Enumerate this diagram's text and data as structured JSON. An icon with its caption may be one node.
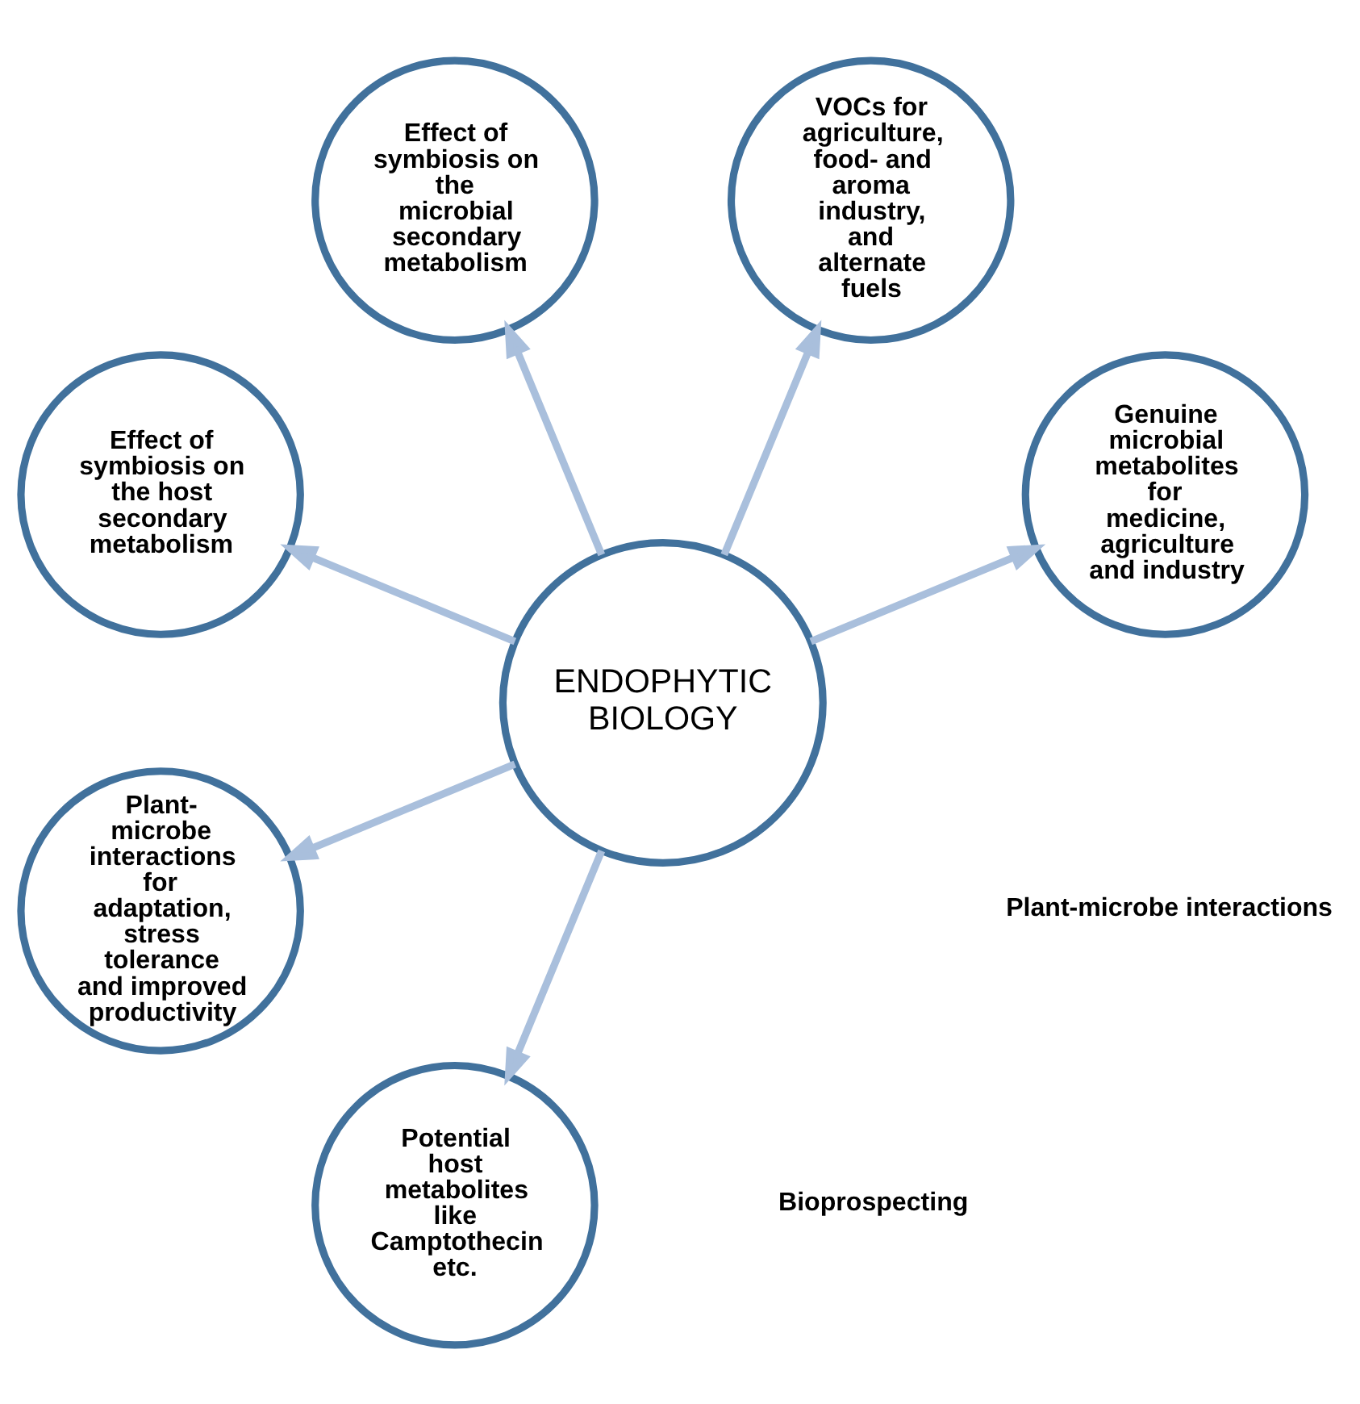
{
  "diagram": {
    "nodes": [
      {
        "text": [
          "ENDOPHYTIC BIOLOGY"
        ]
      },
      {
        "text": [
          "Genuine microbial metabolites for medicine, agriculture and industry"
        ]
      },
      {
        "text": [
          "VOCs for agriculture, food- and aroma industry, and alternate fuels"
        ]
      },
      {
        "text": [
          "Effect of symbiosis on the microbial secondary metabolism"
        ]
      },
      {
        "text": [
          "Effect of symbiosis on the host secondary metabolism"
        ]
      },
      {
        "text": [
          "Plant-microbe interactions for adaptation, stress tolerance and improved productivity"
        ]
      },
      {
        "text": [
          "Potential host metabolites like Camptothecin etc."
        ]
      }
    ],
    "edges": [
      {
        "from": 0,
        "to": 1,
        "arrow": "to"
      },
      {
        "from": 0,
        "to": 2,
        "arrow": "to"
      },
      {
        "from": 0,
        "to": 3,
        "arrow": "to"
      },
      {
        "from": 0,
        "to": 4,
        "arrow": "to"
      },
      {
        "from": 0,
        "to": 5,
        "arrow": "to"
      },
      {
        "from": 0,
        "to": 6,
        "arrow": "to"
      }
    ],
    "labels": [
      "Bioprospecting",
      "Plant-microbe interactions"
    ]
  }
}
